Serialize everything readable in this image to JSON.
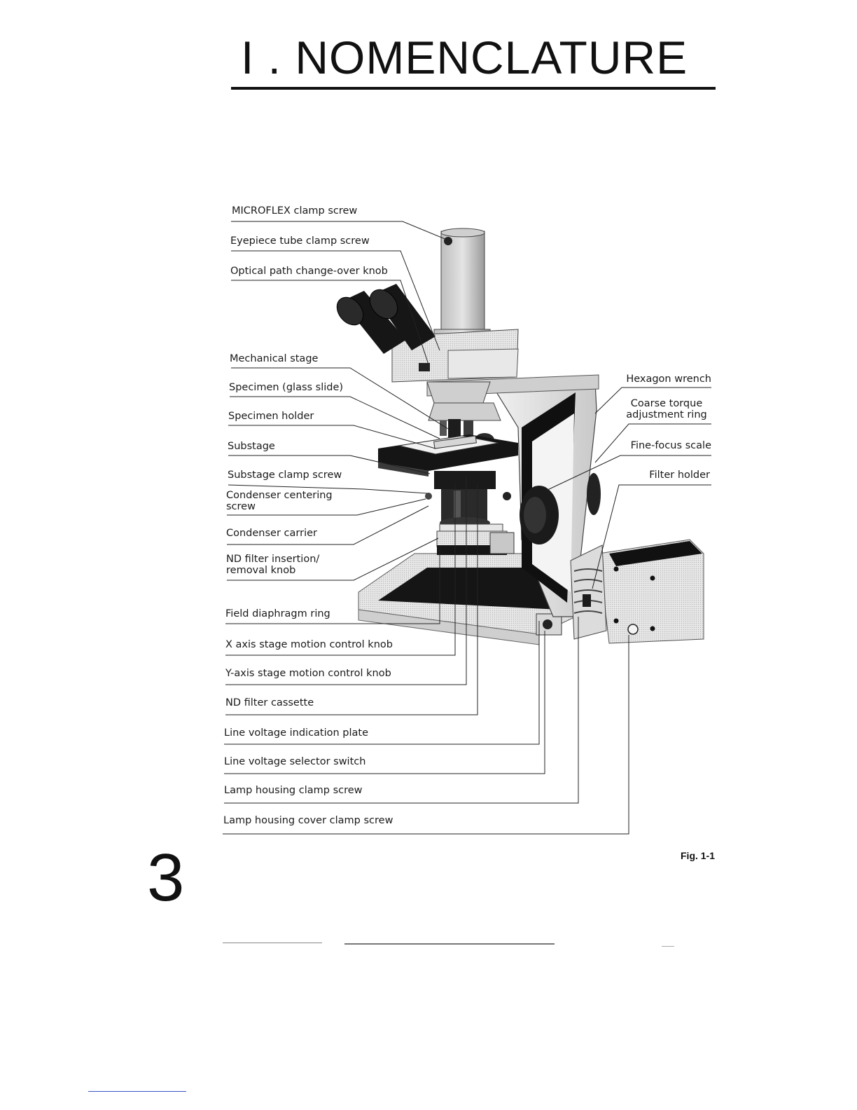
{
  "title": "I . NOMENCLATURE",
  "page_number": "3",
  "figure_caption": "Fig. 1-1",
  "left_labels": [
    "MICROFLEX clamp screw",
    "Eyepiece tube clamp screw",
    "Optical path change-over knob",
    "Mechanical stage",
    "Specimen (glass slide)",
    "Specimen holder",
    "Substage",
    "Substage clamp screw",
    "Condenser centering\nscrew",
    "Condenser carrier",
    "ND filter insertion/\nremoval knob",
    "Field diaphragm ring",
    "X axis stage motion control knob",
    "Y-axis stage motion control knob",
    "ND filter cassette",
    "Line voltage indication plate",
    "Line voltage selector switch",
    "Lamp housing clamp screw",
    "Lamp housing cover clamp screw"
  ],
  "right_labels": [
    "Hexagon wrench",
    "Coarse torque\nadjustment ring",
    "Fine-focus scale",
    "Filter holder"
  ]
}
